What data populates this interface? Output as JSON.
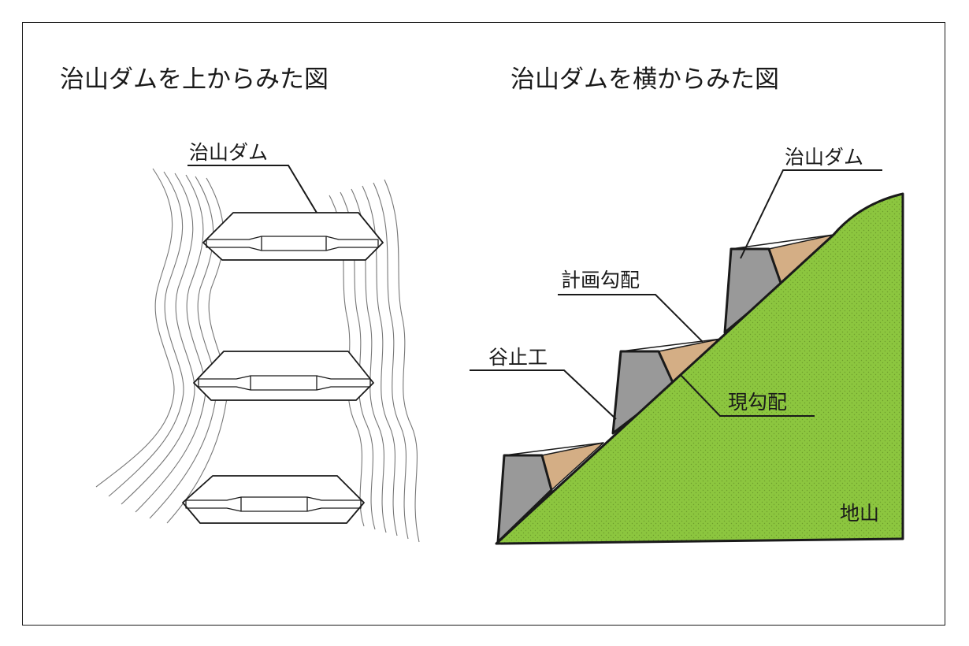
{
  "top_view": {
    "title": "治山ダムを上からみた図",
    "dam_label": "治山ダム"
  },
  "side_view": {
    "title": "治山ダムを横からみた図",
    "dam_label": "治山ダム",
    "planned_slope_label": "計画勾配",
    "gully_stop_label": "谷止工",
    "current_slope_label": "現勾配",
    "ground_label": "地山"
  },
  "colors": {
    "ground": "#8cc63f",
    "dam_body": "#999999",
    "fill_soil": "#d4ae85",
    "outline": "#1a1a1a",
    "river_line": "#777777"
  }
}
